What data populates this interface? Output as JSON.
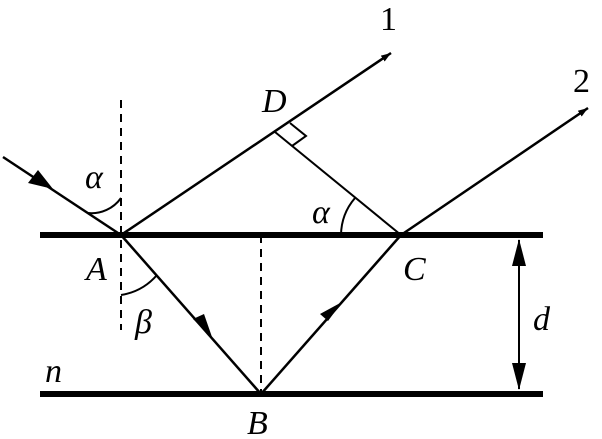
{
  "labels": {
    "ray_1": "1",
    "ray_2": "2",
    "point_d": "D",
    "point_a": "A",
    "point_b": "B",
    "point_c": "C",
    "angle_alpha_incident": "α",
    "angle_alpha_c": "α",
    "angle_beta": "β",
    "thickness": "d",
    "index": "n"
  },
  "colors": {
    "ink": "#000000",
    "background": "#ffffff"
  }
}
